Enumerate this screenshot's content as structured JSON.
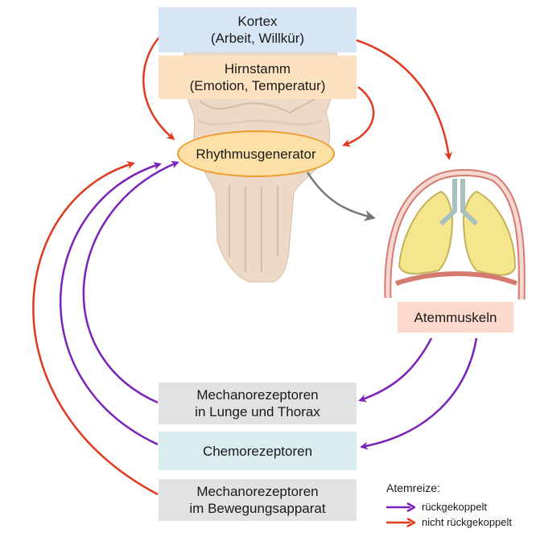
{
  "nodes": {
    "kortex": {
      "title": "Kortex",
      "subtitle": "(Arbeit, Willkür)"
    },
    "hirnstamm": {
      "title": "Hirnstamm",
      "subtitle": "(Emotion, Temperatur)"
    },
    "rhythmusgenerator": {
      "label": "Rhythmusgenerator"
    },
    "atemmuskeln": {
      "label": "Atemmuskeln"
    },
    "mechanorezeptoren_lunge": {
      "line1": "Mechanorezeptoren",
      "line2": "in Lunge und Thorax"
    },
    "chemorezeptoren": {
      "label": "Chemorezeptoren"
    },
    "mechanorezeptoren_bewegung": {
      "line1": "Mechanorezeptoren",
      "line2": "im Bewegungsapparat"
    }
  },
  "legend": {
    "title": "Atemreize:",
    "items": [
      {
        "label": "rückgekoppelt",
        "color": "#7b22b8"
      },
      {
        "label": "nicht rückgekoppelt",
        "color": "#e03a1e"
      }
    ]
  },
  "colors": {
    "feedback": "#7b22b8",
    "non_feedback": "#e03a1e",
    "output": "#777777"
  }
}
